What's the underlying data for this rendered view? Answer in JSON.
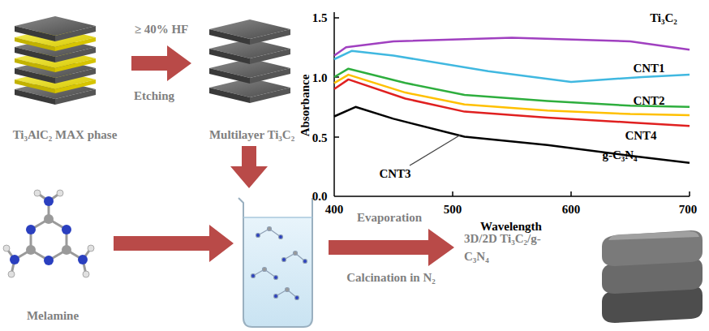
{
  "diagram": {
    "nodes": [
      {
        "text": [
          "Ti₃AlC₂ MAX phase"
        ]
      },
      {
        "text": [
          "Multilayer Ti₃C₂"
        ]
      },
      {
        "text": [
          "Melamine"
        ]
      },
      {
        "text": [
          "3D/2D Ti₃C₂/g-C₃N₄"
        ]
      }
    ],
    "edges": [
      {
        "from": 0,
        "to": 1,
        "label": "≥ 40% HF",
        "arrow": "to"
      }
    ],
    "labels": [
      "Etching",
      "Evaporation",
      "Calcination in N₂",
      "1.5",
      "1.0",
      "0.5",
      "0.0",
      "400",
      "500",
      "600",
      "700",
      "Absorbance",
      "Wavelength",
      "Ti₃C₂",
      "CNT1",
      "CNT2",
      "CNT3",
      "CNT4",
      "g-C₃N₄"
    ]
  }
}
